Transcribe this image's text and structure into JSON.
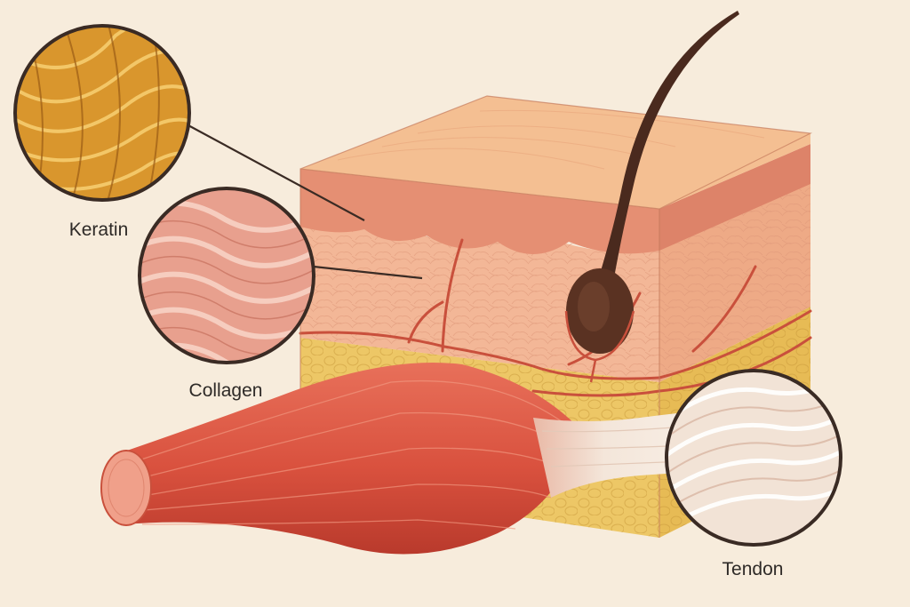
{
  "diagram": {
    "labels": {
      "keratin": "Keratin",
      "collagen": "Collagen",
      "tendon": "Tendon"
    },
    "colors": {
      "background": "#f7ecdc",
      "skin_surface": "#f4bf92",
      "epidermis": "#e58f73",
      "dermis": "#f3b797",
      "fat": "#edc766",
      "muscle": "#d9513e",
      "tendon": "#f2e3d6",
      "hair": "#4a2a1e",
      "keratin_fibers": "#d9962d",
      "collagen_fibers": "#e8a08e",
      "outline": "#3a2b24"
    }
  }
}
